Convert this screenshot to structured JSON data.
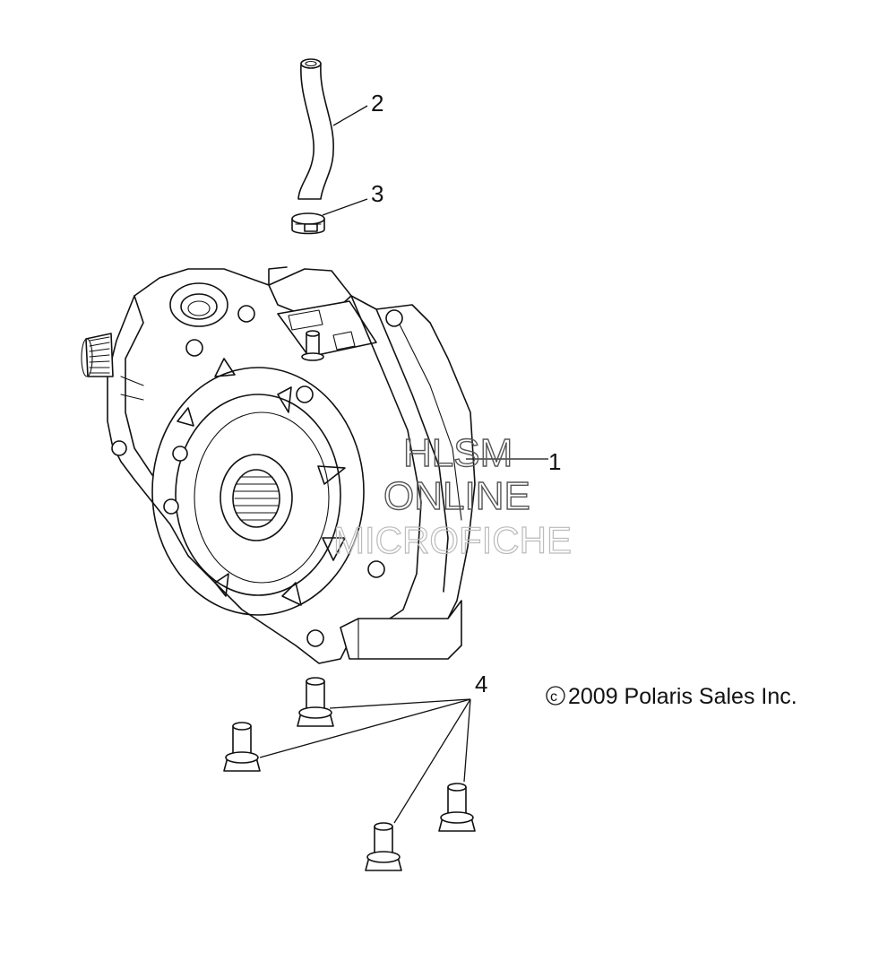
{
  "callouts": {
    "c1": "1",
    "c2": "2",
    "c3": "3",
    "c4": "4"
  },
  "watermark": {
    "line1": "HLSM",
    "line2": "ONLINE",
    "line3": "MICROFICHE"
  },
  "copyright": {
    "symbol": "c",
    "text": "2009 Polaris Sales Inc."
  },
  "colors": {
    "line": "#111111",
    "background": "#ffffff",
    "watermark_dark": "#555555",
    "watermark_light": "#bbbbbb"
  }
}
